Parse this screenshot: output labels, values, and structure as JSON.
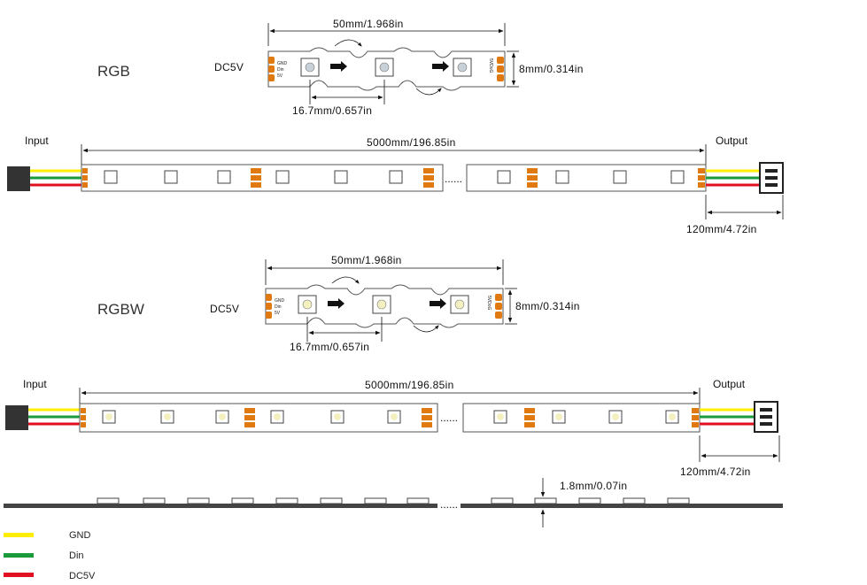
{
  "rgb": {
    "title": "RGB",
    "voltage": "DC5V",
    "segment_length": "50mm/1.968in",
    "pitch": "16.7mm/0.657in",
    "width": "8mm/0.314in",
    "pad_labels": [
      "GND",
      "Din",
      "5V"
    ],
    "pad_labels_right": "5VDoG",
    "input": "Input",
    "output": "Output",
    "length": "5000mm/196.85in",
    "lead_length": "120mm/4.72in",
    "ellipsis": "......"
  },
  "rgbw": {
    "title": "RGBW",
    "voltage": "DC5V",
    "segment_length": "50mm/1.968in",
    "pitch": "16.7mm/0.657in",
    "width": "8mm/0.314in",
    "pad_labels": [
      "GND",
      "Din",
      "5V"
    ],
    "pad_labels_right": "5VDoG",
    "input": "Input",
    "output": "Output",
    "length": "5000mm/196.85in",
    "lead_length": "120mm/4.72in",
    "ellipsis": "......"
  },
  "profile": {
    "thickness": "1.8mm/0.07in",
    "ellipsis": "......"
  },
  "legend": [
    {
      "label": "GND",
      "color": "#ffee00"
    },
    {
      "label": "Din",
      "color": "#1a9a3a"
    },
    {
      "label": "DC5V",
      "color": "#e01020"
    }
  ],
  "colors": {
    "pad": "#e07a10",
    "outline": "#555555",
    "led_rgb": "#c8d0d8",
    "led_rgbw": "#f4f0c0"
  }
}
